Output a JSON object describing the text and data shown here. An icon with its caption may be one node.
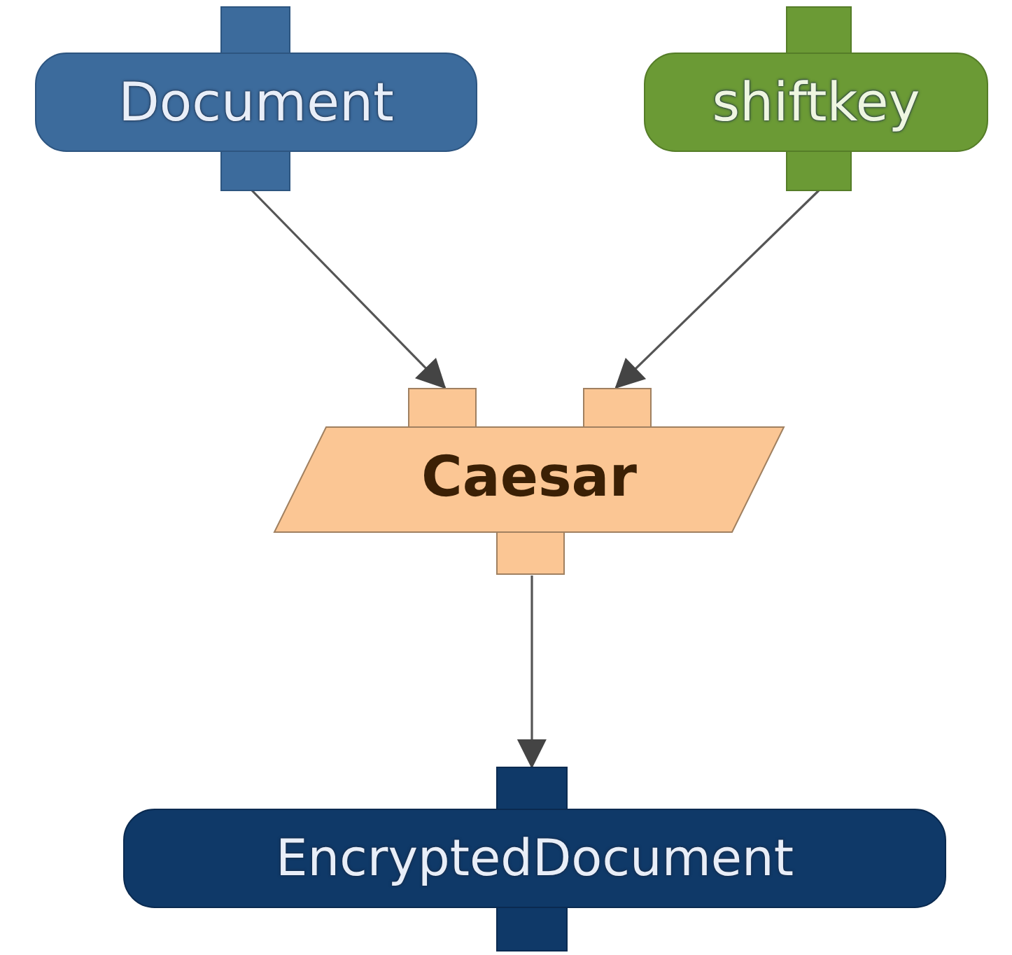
{
  "diagram": {
    "nodes": [
      {
        "text": [
          "Document"
        ]
      },
      {
        "text": [
          "shiftkey"
        ]
      },
      {
        "text": [
          "Caesar"
        ]
      },
      {
        "text": [
          "EncryptedDocument"
        ]
      }
    ],
    "edges": [
      {
        "from": 0,
        "to": 2,
        "arrow": "to"
      },
      {
        "from": 1,
        "to": 2,
        "arrow": "to"
      },
      {
        "from": 2,
        "to": 3,
        "arrow": "to"
      }
    ]
  }
}
